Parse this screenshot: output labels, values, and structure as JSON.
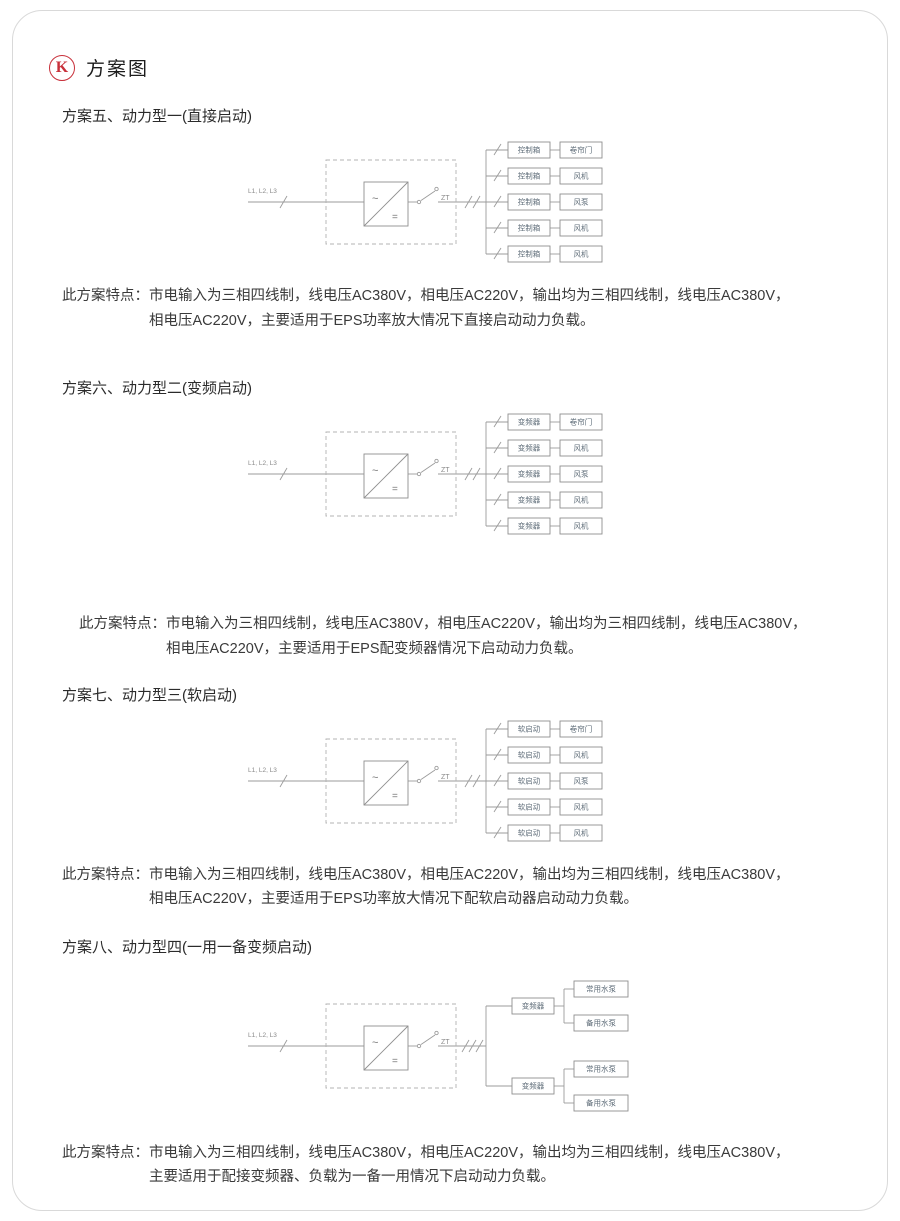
{
  "header": {
    "letter": "K",
    "title": "方案图"
  },
  "symbols": {
    "ac": "~",
    "dc": "="
  },
  "schemes": [
    {
      "title": "方案五、动力型一(直接启动)",
      "diagram": {
        "input_label": "L1, L2, L3",
        "switch_label": "ZT",
        "branches": [
          {
            "device": "控制箱",
            "load": "卷帘门"
          },
          {
            "device": "控制箱",
            "load": "风机"
          },
          {
            "device": "控制箱",
            "load": "风泵"
          },
          {
            "device": "控制箱",
            "load": "风机"
          },
          {
            "device": "控制箱",
            "load": "风机"
          }
        ]
      },
      "note": {
        "label": "此方案特点：",
        "line1": "市电输入为三相四线制，线电压AC380V，相电压AC220V，输出均为三相四线制，线电压AC380V，",
        "line2": "相电压AC220V，主要适用于EPS功率放大情况下直接启动动力负载。"
      }
    },
    {
      "title": "方案六、动力型二(变频启动)",
      "diagram": {
        "input_label": "L1, L2, L3",
        "switch_label": "ZT",
        "branches": [
          {
            "device": "变频器",
            "load": "卷帘门"
          },
          {
            "device": "变频器",
            "load": "风机"
          },
          {
            "device": "变频器",
            "load": "风泵"
          },
          {
            "device": "变频器",
            "load": "风机"
          },
          {
            "device": "变频器",
            "load": "风机"
          }
        ]
      },
      "note": {
        "label": "此方案特点：",
        "line1": "市电输入为三相四线制，线电压AC380V，相电压AC220V，输出均为三相四线制，线电压AC380V，",
        "line2": "相电压AC220V，主要适用于EPS配变频器情况下启动动力负载。"
      }
    },
    {
      "title": "方案七、动力型三(软启动)",
      "diagram": {
        "input_label": "L1, L2, L3",
        "switch_label": "ZT",
        "branches": [
          {
            "device": "软启动",
            "load": "卷帘门"
          },
          {
            "device": "软启动",
            "load": "风机"
          },
          {
            "device": "软启动",
            "load": "风泵"
          },
          {
            "device": "软启动",
            "load": "风机"
          },
          {
            "device": "软启动",
            "load": "风机"
          }
        ]
      },
      "note": {
        "label": "此方案特点：",
        "line1": "市电输入为三相四线制，线电压AC380V，相电压AC220V，输出均为三相四线制，线电压AC380V，",
        "line2": "相电压AC220V，主要适用于EPS功率放大情况下配软启动器启动动力负载。"
      }
    },
    {
      "title": "方案八、动力型四(一用一备变频启动)",
      "diagram": {
        "input_label": "L1, L2, L3",
        "switch_label": "ZT",
        "groups": [
          {
            "device": "变频器",
            "loads": [
              "常用水泵",
              "备用水泵"
            ]
          },
          {
            "device": "变频器",
            "loads": [
              "常用水泵",
              "备用水泵"
            ]
          }
        ]
      },
      "note": {
        "label": "此方案特点：",
        "line1": "市电输入为三相四线制，线电压AC380V，相电压AC220V，输出均为三相四线制，线电压AC380V，",
        "line2": "主要适用于配接变频器、负载为一备一用情况下启动动力负载。"
      }
    }
  ]
}
